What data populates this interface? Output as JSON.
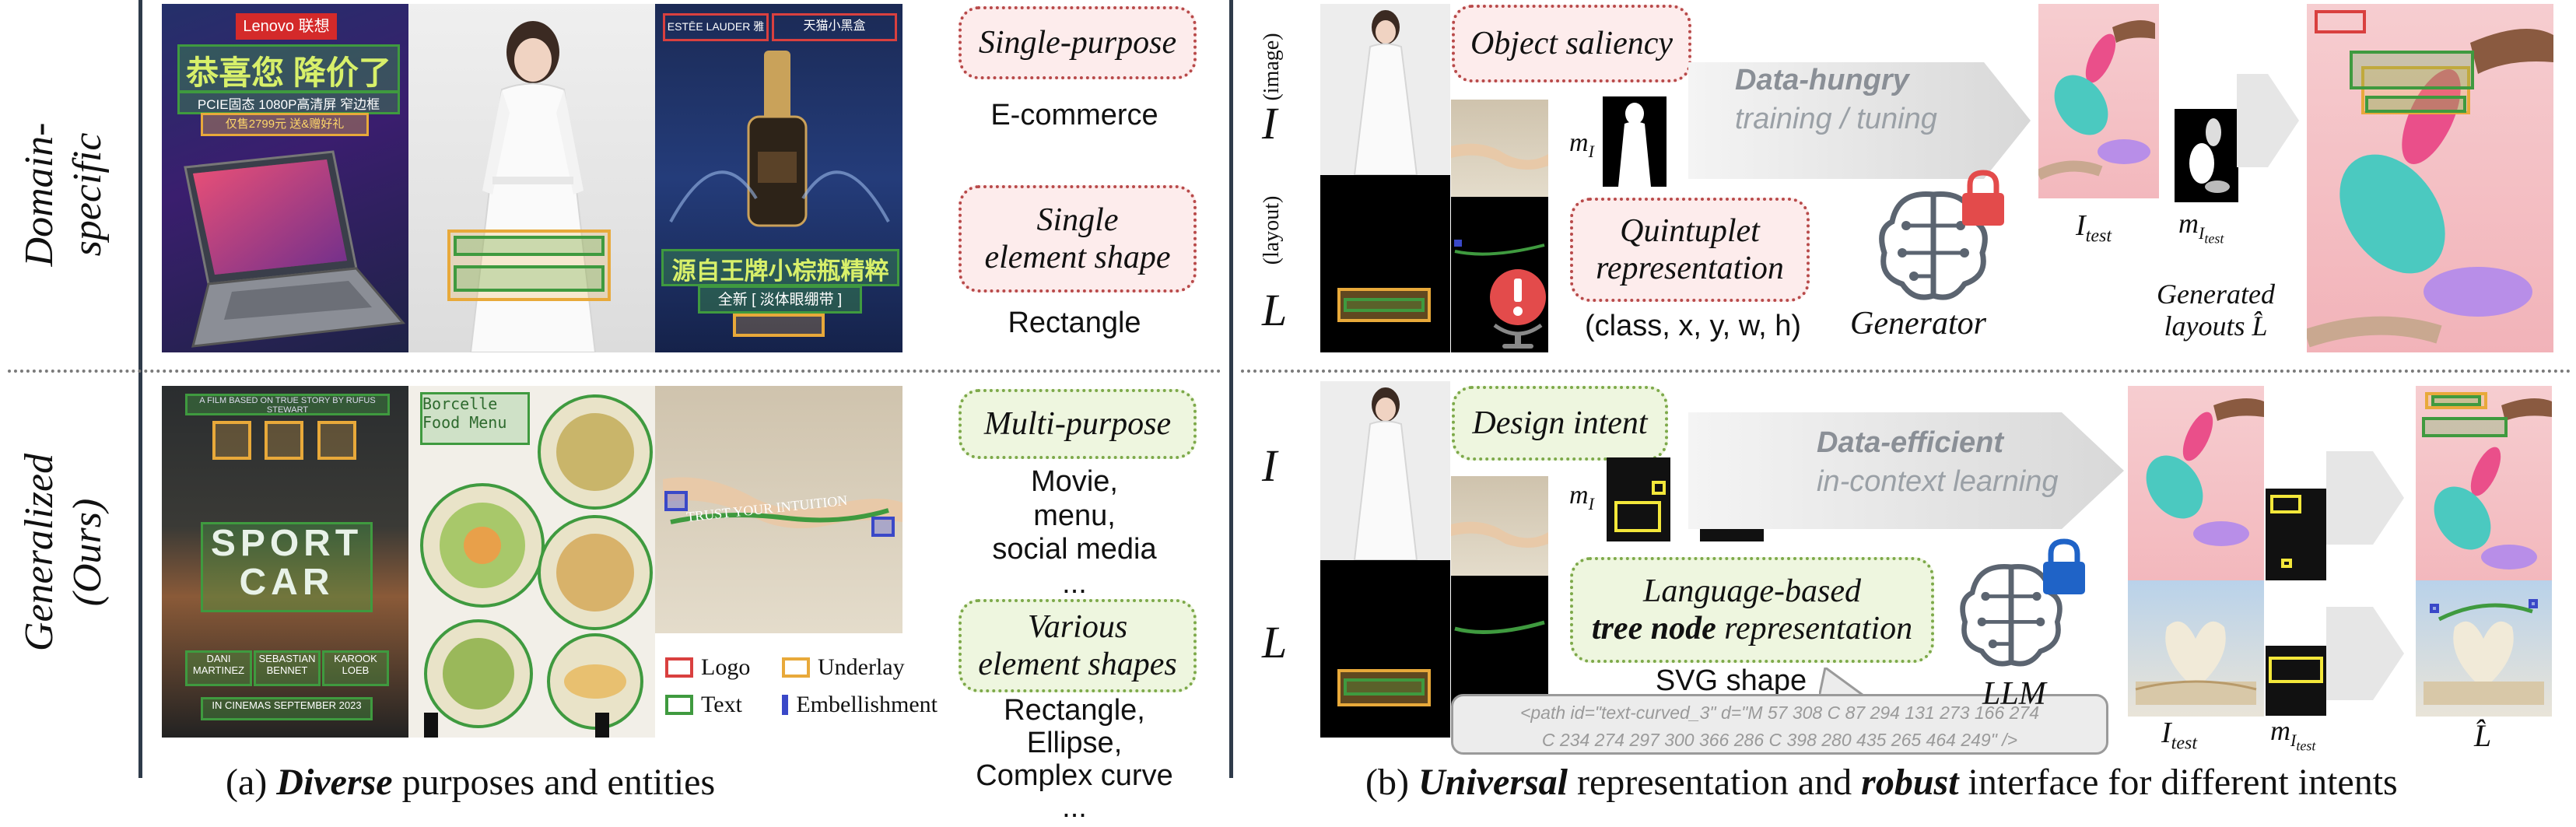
{
  "row_labels": {
    "top": "Domain-\nspecific",
    "bottom": "Generalized\n(Ours)"
  },
  "panel_a": {
    "caption_prefix": "(a) ",
    "caption_bold": "Diverse",
    "caption_rest": " purposes and entities",
    "top": {
      "purpose_pill": "Single-purpose",
      "purpose_value": "E-commerce",
      "shape_pill": "Single\nelement shape",
      "shape_value": "Rectangle",
      "ad_laptop": {
        "brand": "Lenovo 联想",
        "headline": "恭喜您 降价了",
        "spec": "PCIE固态 1080P高清屏 窄边框",
        "price": "仅售2799元 送&赠好礼"
      },
      "ad_serum": {
        "brand_left": "ESTĒE LAUDER 雅诗兰黛",
        "brand_right": "天猫小黑盒",
        "headline": "源自王牌小棕瓶精粹",
        "sub": "全新 [ 淡体眼绷带 ]"
      }
    },
    "bottom": {
      "purpose_pill": "Multi-purpose",
      "purpose_value": "Movie,\nmenu,\nsocial media\n...",
      "shape_pill": "Various\nelement shapes",
      "shape_value": "Rectangle,\nEllipse,\nComplex curve\n...",
      "poster": {
        "tagline": "A FILM BASED ON TRUE STORY BY RUFUS STEWART",
        "title": "SPORT\nCAR",
        "names": [
          "DANI MARTINEZ",
          "SEBASTIAN BENNET",
          "KAROOK LOEB"
        ],
        "footer": "IN CINEMAS SEPTEMBER 2023"
      },
      "menu": {
        "title": "Borcelle\nFood Menu"
      },
      "hand_text": "TRUST YOUR INTUITION",
      "legend": [
        {
          "label": "Logo",
          "color": "#d9403f"
        },
        {
          "label": "Underlay",
          "color": "#e8a93a"
        },
        {
          "label": "Text",
          "color": "#3f9a3f"
        },
        {
          "label": "Embellishment",
          "color": "#3a48c8"
        }
      ]
    }
  },
  "panel_b": {
    "caption_prefix": "(b) ",
    "caption_bold1": "Universal",
    "caption_mid": " representation and ",
    "caption_bold2": "robust",
    "caption_rest": " interface for different intents",
    "top": {
      "label_I": "I",
      "label_I_paren": "(image)",
      "label_L": "L",
      "label_L_paren": "(layout)",
      "pill1": "Object saliency",
      "pill2": "Quintuplet\nrepresentation",
      "quintuplet": "(class, x, y, w, h)",
      "m_I": "m",
      "m_sub": "I",
      "arrow_bold": "Data-hungry",
      "arrow_sub": "training / tuning",
      "model": "Generator",
      "I_test": "I",
      "I_test_sub": "test",
      "m_test": "m",
      "m_test_sub": "I",
      "m_test_subsub": "test",
      "generated": "Generated\nlayouts L̂"
    },
    "bottom": {
      "label_I": "I",
      "label_L": "L",
      "pill1": "Design intent",
      "pill2_part1": "Language-based",
      "pill2_bold": "tree node",
      "pill2_part2": " representation",
      "svg_label": "SVG shape",
      "svg_code": "<path id=\"text-curved_3\" d=\"M 57 308 C 87 294 131 273 166 274\nC 234 274 297 300 366 286 C 398 280 435 265 464 249\" />",
      "m_I": "m",
      "m_sub": "I",
      "arrow_bold": "Data-efficient",
      "arrow_sub": "in-context learning",
      "model": "LLM",
      "I_test": "I",
      "I_test_sub": "test",
      "m_test": "m",
      "m_test_sub": "I",
      "m_test_subsub": "test",
      "L_hat": "L̂"
    }
  },
  "colors": {
    "divider": "#2f3b4a",
    "pill_red": "#b84a4a",
    "pill_green": "#7da94a",
    "lock_red": "#e34b4b",
    "lock_blue": "#1f63c7"
  }
}
